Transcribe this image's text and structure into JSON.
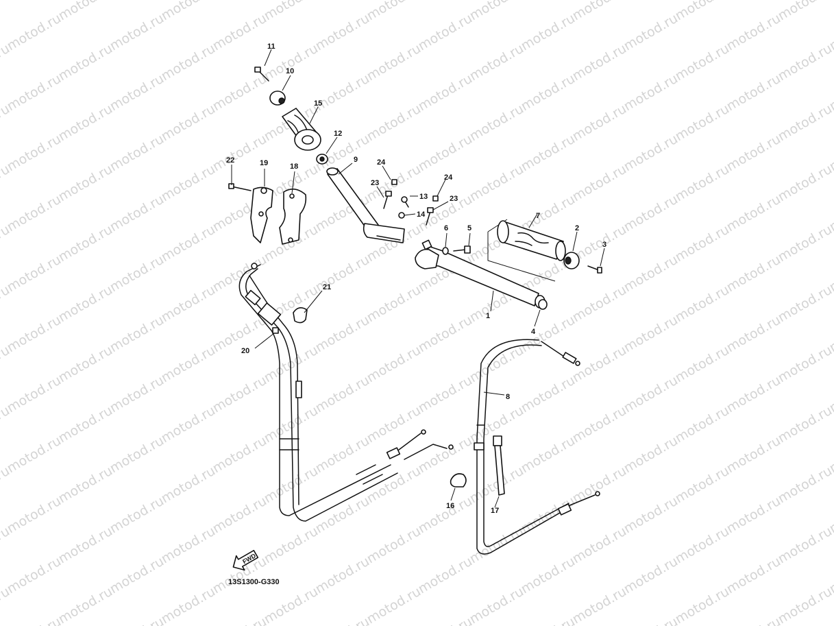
{
  "watermark": {
    "text": "motod.ru"
  },
  "diagram_code": "13S1300-G330",
  "fwd_label": "FWD",
  "callouts": {
    "c1": "1",
    "c2": "2",
    "c3": "3",
    "c4": "4",
    "c5": "5",
    "c6": "6",
    "c7": "7",
    "c8": "8",
    "c9": "9",
    "c10": "10",
    "c11": "11",
    "c12": "12",
    "c13": "13",
    "c14": "14",
    "c15": "15",
    "c16": "16",
    "c17": "17",
    "c18": "18",
    "c19": "19",
    "c20": "20",
    "c21": "21",
    "c22": "22",
    "c23a": "23",
    "c23b": "23",
    "c24a": "24",
    "c24b": "24"
  }
}
